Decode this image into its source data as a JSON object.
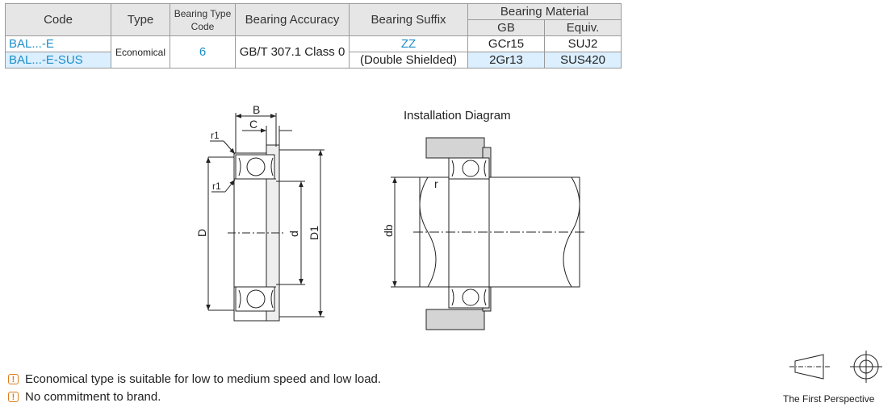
{
  "table": {
    "headers": {
      "code": "Code",
      "type": "Type",
      "bearing_type_code": "Bearing Type Code",
      "accuracy": "Bearing Accuracy",
      "suffix": "Bearing Suffix",
      "material": "Bearing Material",
      "gb": "GB",
      "equiv": "Equiv."
    },
    "rows": [
      {
        "code": "BAL...-E",
        "gb": "GCr15",
        "equiv": "SUJ2"
      },
      {
        "code": "BAL...-E-SUS",
        "gb": "2Gr13",
        "equiv": "SUS420"
      }
    ],
    "type": "Economical",
    "bearing_type_code": "6",
    "accuracy": "GB/T 307.1  Class 0",
    "suffix_code": "ZZ",
    "suffix_desc": "(Double Shielded)"
  },
  "diagram": {
    "labels": {
      "B": "B",
      "C": "C",
      "r1_top": "r1",
      "r1_bottom": "r1",
      "D": "D",
      "d": "d",
      "D1": "D1",
      "db": "db",
      "r": "r"
    },
    "installation_title": "Installation Diagram"
  },
  "notes": [
    "Economical type is suitable for low to medium speed and low load.",
    "No commitment to brand."
  ],
  "first_perspective": "The First Perspective",
  "colors": {
    "accent": "#1b8fc8",
    "header_bg": "#e6e6e6",
    "highlight": "#dcefff",
    "warning": "#e07b1a"
  }
}
